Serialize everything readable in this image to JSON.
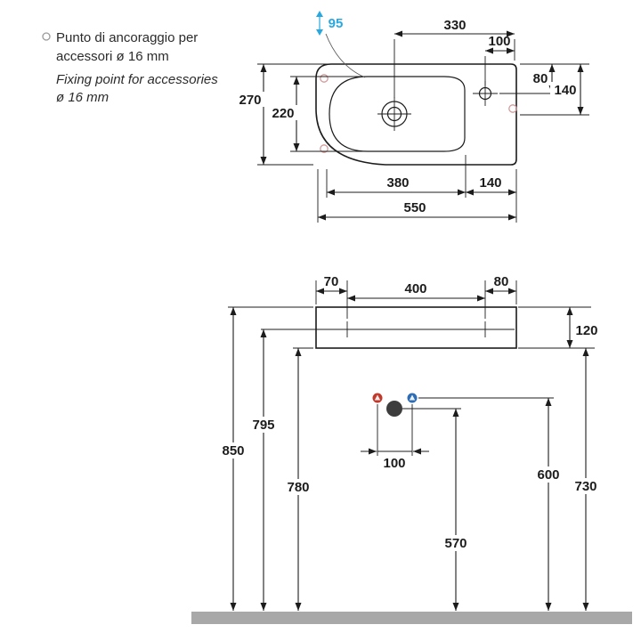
{
  "legend": {
    "line1": "Punto di ancoraggio per",
    "line2": "accessori ø 16 mm",
    "line3": "Fixing point for accessories",
    "line4": "ø 16 mm"
  },
  "top_view": {
    "offset_95": "95",
    "dim_330": "330",
    "dim_100": "100",
    "dim_80": "80",
    "dim_140_right": "140",
    "dim_270": "270",
    "dim_220": "220",
    "dim_380": "380",
    "dim_140_bottom": "140",
    "dim_550": "550"
  },
  "front_view": {
    "dim_70": "70",
    "dim_400": "400",
    "dim_80": "80",
    "dim_120": "120",
    "dim_850": "850",
    "dim_795": "795",
    "dim_780": "780",
    "dim_100": "100",
    "dim_600": "600",
    "dim_730": "730",
    "dim_570": "570"
  },
  "colors": {
    "line": "#1c1c1c",
    "accent_blue": "#29a8df",
    "hot_red": "#c0392b",
    "cold_blue": "#2e6db4",
    "floor_gray": "#a8a8a8",
    "anchor_pink": "#d49a9a"
  }
}
